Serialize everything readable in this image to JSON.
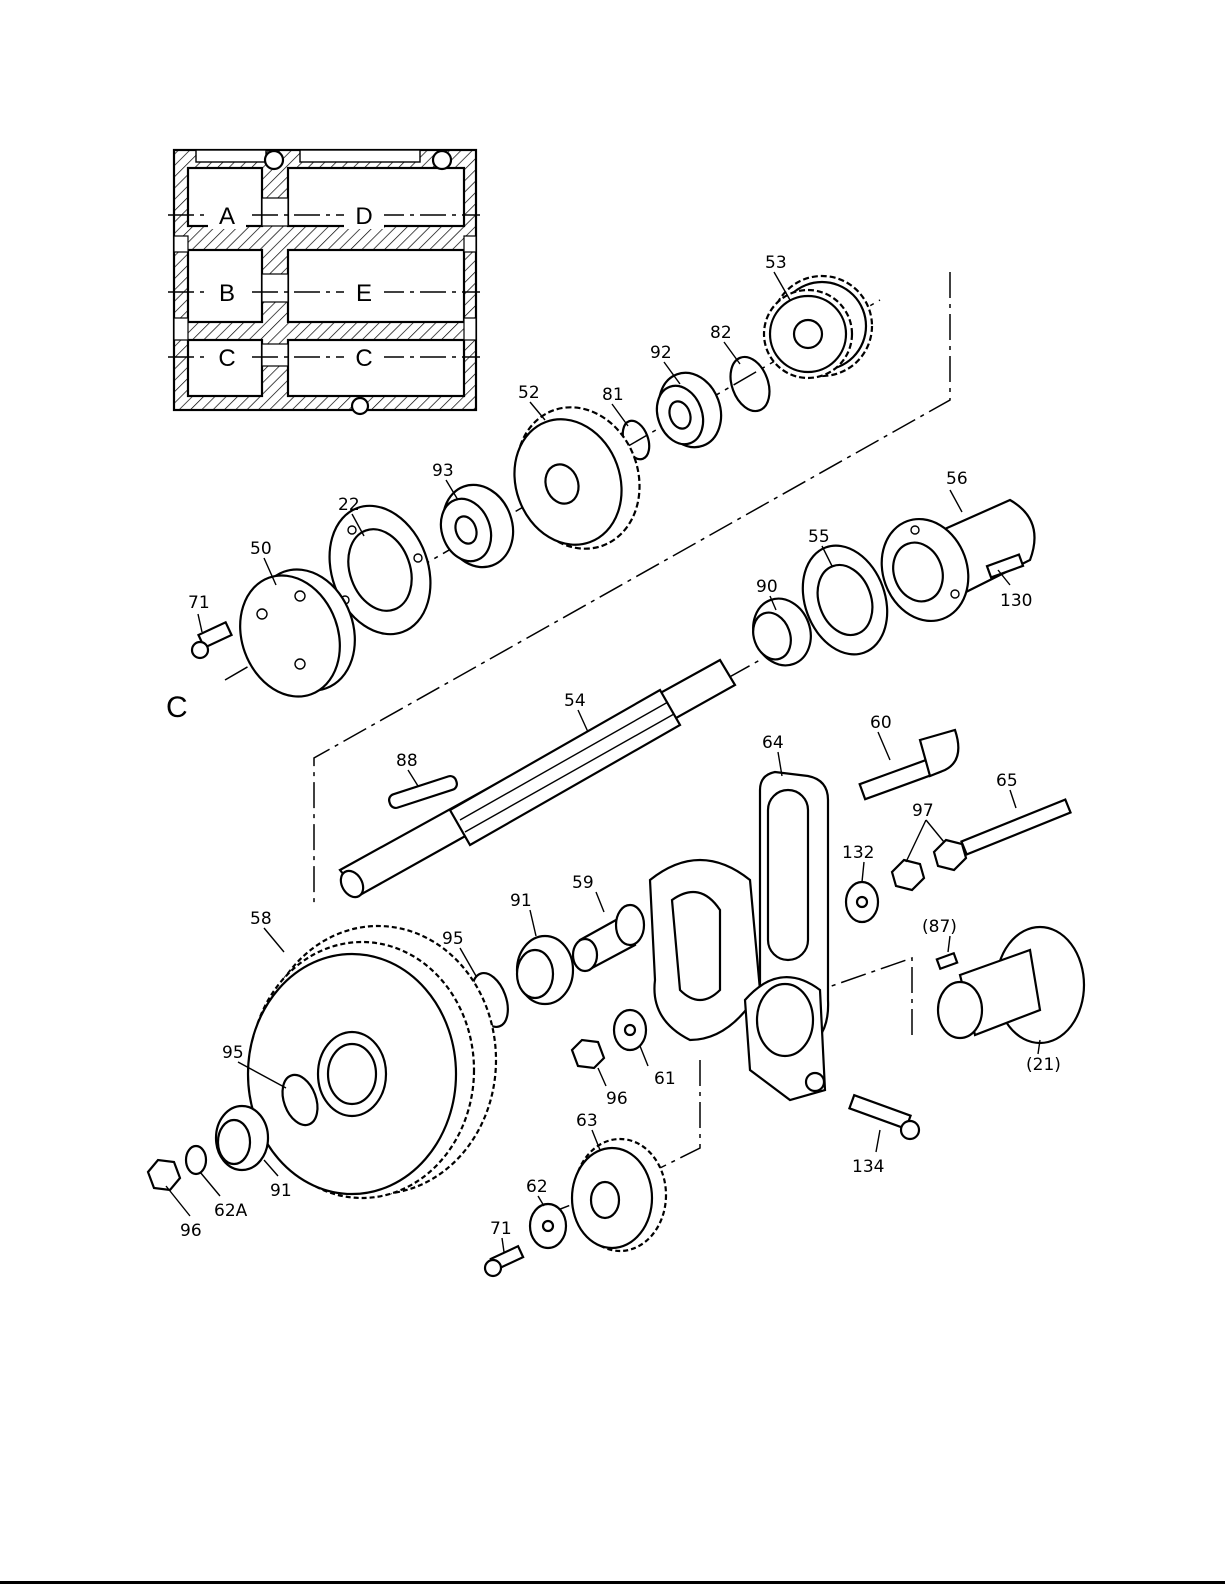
{
  "view_label": "C",
  "housing": {
    "rows": [
      {
        "left": "A",
        "right": "D"
      },
      {
        "left": "B",
        "right": "E"
      },
      {
        "left": "C",
        "right": "C"
      }
    ]
  },
  "part_labels": {
    "p53": "53",
    "p82": "82",
    "p92": "92",
    "p81": "81",
    "p52": "52",
    "p93": "93",
    "p22": "22",
    "p50": "50",
    "p71a": "71",
    "p56": "56",
    "p55": "55",
    "p90": "90",
    "p130": "130",
    "p54": "54",
    "p88": "88",
    "p60": "60",
    "p64": "64",
    "p65": "65",
    "p97": "97",
    "p132": "132",
    "p87": "(87)",
    "p21": "(21)",
    "p59": "59",
    "p91a": "91",
    "p95a": "95",
    "p58": "58",
    "p61": "61",
    "p96a": "96",
    "p134": "134",
    "p63": "63",
    "p62": "62",
    "p71b": "71",
    "p95b": "95",
    "p91b": "91",
    "p62a": "62A",
    "p96b": "96"
  }
}
